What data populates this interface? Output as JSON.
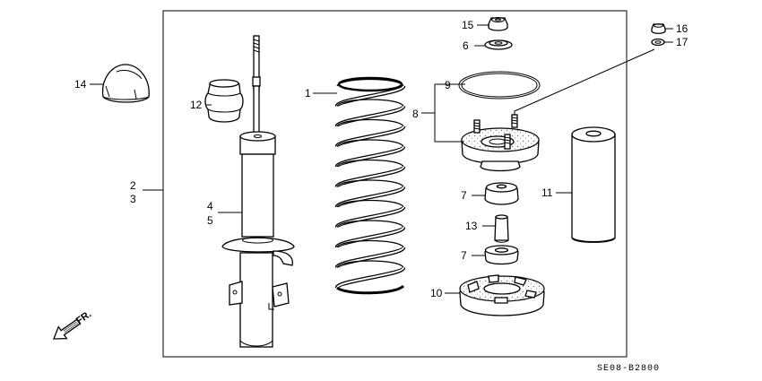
{
  "diagram_code": "SE08-B2800",
  "direction_label": "FR.",
  "callouts": {
    "p1": "1",
    "p2": "2",
    "p3": "3",
    "p4": "4",
    "p5": "5",
    "p6": "6",
    "p7a": "7",
    "p7b": "7",
    "p8": "8",
    "p9": "9",
    "p10": "10",
    "p11": "11",
    "p12": "12",
    "p13": "13",
    "p14": "14",
    "p15": "15",
    "p16": "16",
    "p17": "17"
  },
  "parts": [
    {
      "callout": "1",
      "name": "coil-spring"
    },
    {
      "callout": "2",
      "name": "shock-absorber-unit"
    },
    {
      "callout": "3",
      "name": "shock-absorber-unit"
    },
    {
      "callout": "4",
      "name": "damper-body"
    },
    {
      "callout": "5",
      "name": "damper-body"
    },
    {
      "callout": "6",
      "name": "washer"
    },
    {
      "callout": "7",
      "name": "mount-rubber"
    },
    {
      "callout": "8",
      "name": "upper-mount-base"
    },
    {
      "callout": "9",
      "name": "o-ring"
    },
    {
      "callout": "10",
      "name": "spring-seat-rubber"
    },
    {
      "callout": "11",
      "name": "dust-cover"
    },
    {
      "callout": "12",
      "name": "bump-stop"
    },
    {
      "callout": "13",
      "name": "collar"
    },
    {
      "callout": "14",
      "name": "cap"
    },
    {
      "callout": "15",
      "name": "nut"
    },
    {
      "callout": "16",
      "name": "nut"
    },
    {
      "callout": "17",
      "name": "washer"
    }
  ],
  "colors": {
    "line": "#000000",
    "background": "#ffffff",
    "shade": "#aaaaaa"
  }
}
